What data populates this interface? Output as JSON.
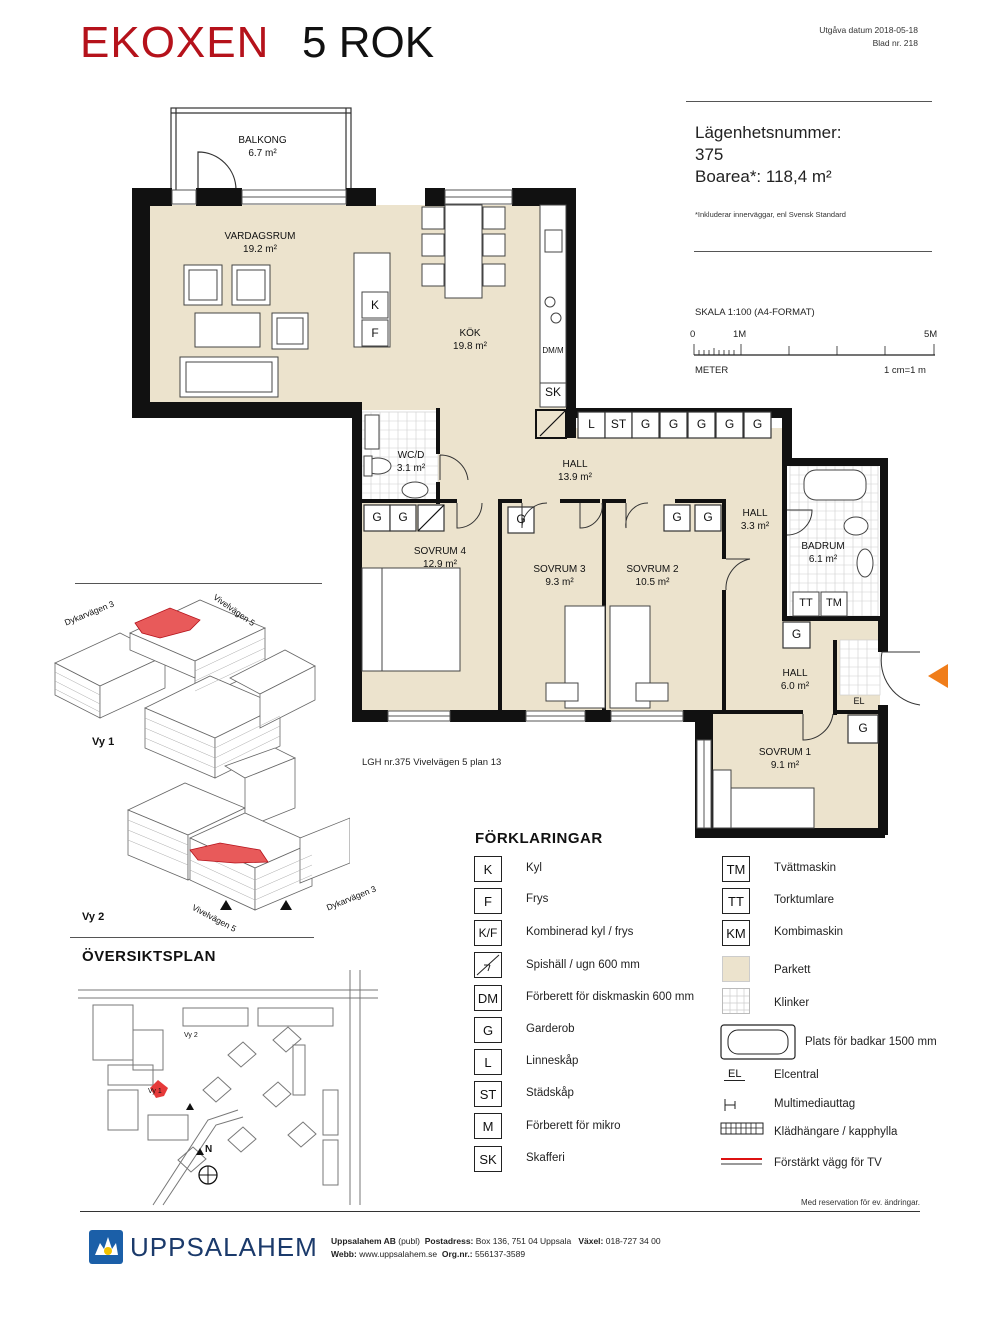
{
  "header": {
    "title_project": "EKOXEN",
    "title_type": "5 ROK",
    "issue_date": "Utgåva datum 2018-05-18",
    "sheet_no": "Blad nr. 218"
  },
  "info": {
    "apt_label": "Lägenhetsnummer:",
    "apt_number": "375",
    "area": "Boarea*: 118,4 m²",
    "footnote": "*Inkluderar innerväggar, enl Svensk Standard"
  },
  "scale": {
    "title": "SKALA 1:100 (A4-FORMAT)",
    "tick0": "0",
    "tick1": "1M",
    "tick5": "5M",
    "unit": "METER",
    "ratio": "1 cm=1 m"
  },
  "rooms": {
    "balkong": {
      "name": "BALKONG",
      "area": "6.7 m²"
    },
    "vardagsrum": {
      "name": "VARDAGSRUM",
      "area": "19.2 m²"
    },
    "kok": {
      "name": "KÖK",
      "area": "19.8 m²"
    },
    "wcd": {
      "name": "WC/D",
      "area": "3.1 m²"
    },
    "hall1": {
      "name": "HALL",
      "area": "13.9 m²"
    },
    "hall2": {
      "name": "HALL",
      "area": "3.3 m²"
    },
    "badrum": {
      "name": "BADRUM",
      "area": "6.1 m²"
    },
    "sovrum4": {
      "name": "SOVRUM 4",
      "area": "12.9 m²"
    },
    "sovrum3": {
      "name": "SOVRUM 3",
      "area": "9.3 m²"
    },
    "sovrum2": {
      "name": "SOVRUM 2",
      "area": "10.5 m²"
    },
    "hall3": {
      "name": "HALL",
      "area": "6.0 m²"
    },
    "sovrum1": {
      "name": "SOVRUM 1",
      "area": "9.1 m²"
    }
  },
  "fixtures": {
    "k": "K",
    "f": "F",
    "dm": "DM/M",
    "sk": "SK",
    "l": "L",
    "st": "ST",
    "g": "G",
    "tt": "TT",
    "tm": "TM",
    "el": "EL"
  },
  "lgh_line": "LGH nr.375   Vivelvägen 5   plan 13",
  "views": {
    "vy1": "Vy 1",
    "vy2": "Vy 2",
    "street_a1": "Dykarvägen 3",
    "street_b1": "Vivelvägen 5",
    "street_a2": "Vivelvägen 5",
    "street_b2": "Dykarvägen 3"
  },
  "overview": {
    "title": "ÖVERSIKTSPLAN",
    "north": "N",
    "vy1": "Vy 1",
    "vy2": "Vy 2"
  },
  "legend": {
    "title": "FÖRKLARINGAR",
    "left": [
      {
        "code": "K",
        "label": "Kyl"
      },
      {
        "code": "F",
        "label": "Frys"
      },
      {
        "code": "K/F",
        "label": "Kombinerad kyl / frys"
      },
      {
        "code": "",
        "label": "Spishäll / ugn 600 mm"
      },
      {
        "code": "DM",
        "label": "Förberett för diskmaskin 600 mm"
      },
      {
        "code": "G",
        "label": "Garderob"
      },
      {
        "code": "L",
        "label": "Linneskåp"
      },
      {
        "code": "ST",
        "label": "Städskåp"
      },
      {
        "code": "M",
        "label": "Förberett för mikro"
      },
      {
        "code": "SK",
        "label": "Skafferi"
      }
    ],
    "right": [
      {
        "code": "TM",
        "label": "Tvättmaskin"
      },
      {
        "code": "TT",
        "label": "Torktumlare"
      },
      {
        "code": "KM",
        "label": "Kombimaskin"
      },
      {
        "code": "",
        "label": "Parkett"
      },
      {
        "code": "",
        "label": "Klinker"
      },
      {
        "code": "",
        "label": "Plats för badkar 1500 mm"
      },
      {
        "code": "EL",
        "label": "Elcentral"
      },
      {
        "code": "",
        "label": "Multimediauttag"
      },
      {
        "code": "",
        "label": "Klädhängare / kapphylla"
      },
      {
        "code": "",
        "label": "Förstärkt vägg för TV"
      }
    ],
    "reservation": "Med reservation för ev. ändringar."
  },
  "footer": {
    "brand": "UPPSALAHEM",
    "company": "Uppsalahem AB",
    "company_note": "(publ)",
    "addr_label": "Postadress:",
    "addr": "Box 136, 751 04 Uppsala",
    "phone_label": "Växel:",
    "phone": "018-727 34 00",
    "web_label": "Webb:",
    "web": "www.uppsalahem.se",
    "org_label": "Org.nr.:",
    "org": "556137-3589"
  },
  "colors": {
    "brand_red": "#b5121b",
    "parkett": "#ece3cd",
    "wall": "#111111",
    "marker": "#f07d1a",
    "navy": "#1b3a6b"
  }
}
